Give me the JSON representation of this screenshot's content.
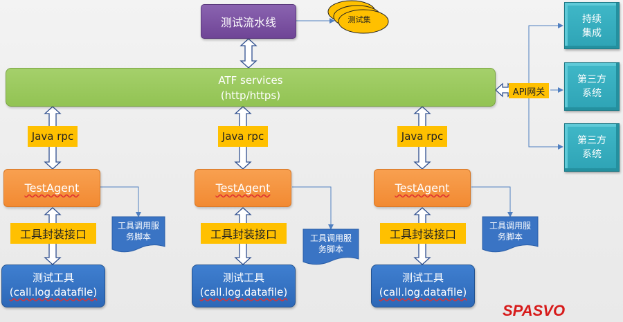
{
  "pipeline": {
    "label": "测试流水线"
  },
  "test_set": {
    "label": "测试集"
  },
  "atf": {
    "line1": "ATF services",
    "line2": "(http/https)"
  },
  "api_gateway": {
    "label": "API网关"
  },
  "external_systems": [
    {
      "line1": "持续",
      "line2": "集成"
    },
    {
      "line1": "第三方",
      "line2": "系统"
    },
    {
      "line1": "第三方",
      "line2": "系统"
    }
  ],
  "columns": [
    {
      "rpc": "Java rpc",
      "agent": "TestAgent",
      "wrapper": "工具封装接口",
      "tool_line1": "测试工具",
      "tool_line2": "(call.log.datafile)",
      "doc_line1": "工具调用服",
      "doc_line2": "务脚本"
    },
    {
      "rpc": "Java rpc",
      "agent": "TestAgent",
      "wrapper": "工具封装接口",
      "tool_line1": "测试工具",
      "tool_line2": "(call.log.datafile)",
      "doc_line1": "工具调用服",
      "doc_line2": "务脚本"
    },
    {
      "rpc": "Java rpc",
      "agent": "TestAgent",
      "wrapper": "工具封装接口",
      "tool_line1": "测试工具",
      "tool_line2": "(call.log.datafile)",
      "doc_line1": "工具调用服",
      "doc_line2": "务脚本"
    }
  ],
  "brand": {
    "logo_text": "SPASVO"
  },
  "colors": {
    "pipeline": "#7a52a3",
    "atf": "#9cca5f",
    "rpc_label": "#ffc000",
    "agent": "#f5923e",
    "tool": "#3574c4",
    "external": "#35abbd",
    "brand": "#d71a1a"
  }
}
